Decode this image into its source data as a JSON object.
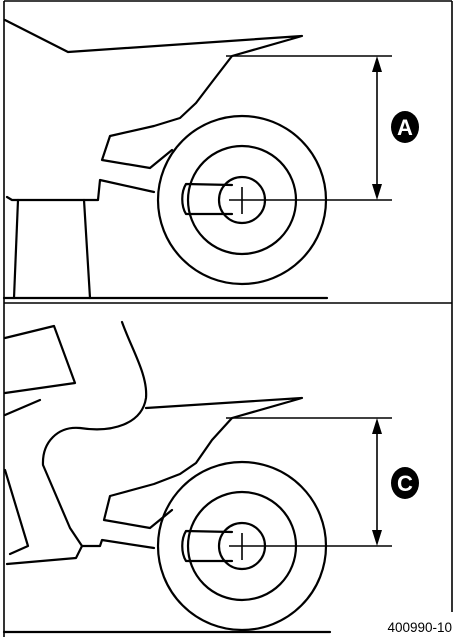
{
  "figure": {
    "labels": {
      "top_dimension": "A",
      "bottom_dimension": "C"
    },
    "reference_number": "400990-10"
  }
}
